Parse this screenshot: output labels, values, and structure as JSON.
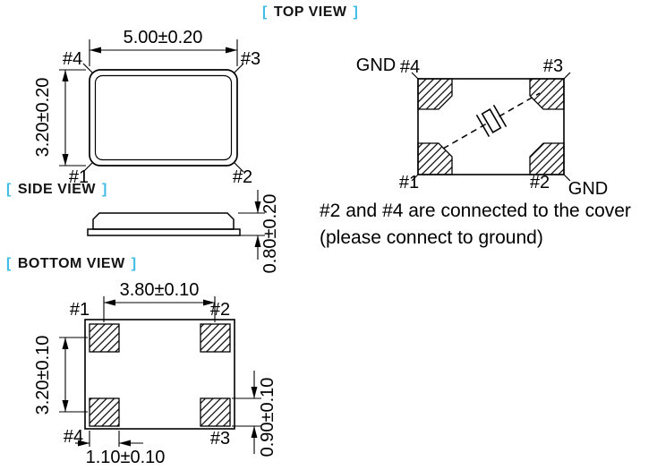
{
  "colors": {
    "accent": "#3fbde8",
    "line": "#000000"
  },
  "top_view": {
    "bracket_open": "[",
    "bracket_close": "]",
    "label": "TOP VIEW",
    "dim_width": "5.00±0.20",
    "dim_height": "3.20±0.20",
    "pin_top_left": "#4",
    "pin_top_right": "#3",
    "pin_bottom_left": "#1",
    "pin_bottom_right": "#2"
  },
  "side_view": {
    "bracket_open": "[",
    "bracket_close": "]",
    "label": "SIDE VIEW",
    "dim_height": "0.80±0.20"
  },
  "bottom_view": {
    "bracket_open": "[",
    "bracket_close": "]",
    "label": "BOTTOM VIEW",
    "dim_pad_pitch_x": "3.80±0.10",
    "dim_pad_pitch_y": "3.20±0.10",
    "dim_pad_height": "0.90±0.10",
    "dim_pad_width": "1.10±0.10",
    "pin_top_left": "#1",
    "pin_top_right": "#2",
    "pin_bottom_left": "#4",
    "pin_bottom_right": "#3"
  },
  "pad_connection": {
    "gnd_top_label": "GND",
    "gnd_bottom_label": "GND",
    "pin_top_left": "#4",
    "pin_top_right": "#3",
    "pin_bottom_left": "#1",
    "pin_bottom_right": "#2",
    "note_line1": "#2 and #4 are connected to the cover",
    "note_line2": "(please connect to ground)"
  }
}
